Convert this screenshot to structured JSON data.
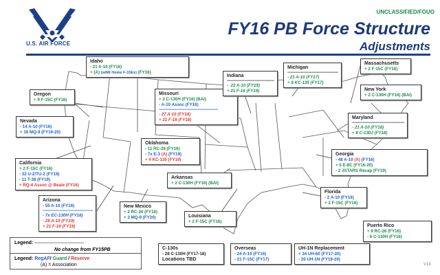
{
  "header": {
    "classification": "UNCLASSIFIED/FOUO",
    "title": "FY16 PB Force Structure",
    "subtitle": "Adjustments",
    "logo_text": "U.S. AIR FORCE"
  },
  "colors": {
    "regaf": "#1a5fd0",
    "guard": "#1a8a4a",
    "reserve": "#e8302a",
    "navy": "#1b3a78"
  },
  "boxes": [
    {
      "id": "idaho",
      "title": "Idaho",
      "lines": [
        [
          {
            "t": "- 21 A-10 (FY16)",
            "c": "g"
          }
        ],
        [
          {
            "t": "+ (A) ",
            "c": "g"
          },
          {
            "t": "(w/Mt Home F-15Es)",
            "c": "b",
            "small": true
          },
          {
            "t": " (FY16)",
            "c": "g"
          }
        ]
      ]
    },
    {
      "id": "oregon",
      "title": "Oregon",
      "lines": [
        [
          {
            "t": "+ 9 F-15C (FY16)",
            "c": "g"
          }
        ]
      ]
    },
    {
      "id": "nevada",
      "title": "Nevada",
      "lines": [
        [
          {
            "t": "- 14 A-10 (FY16)",
            "c": "b"
          }
        ],
        [
          {
            "t": "+ 16 MQ-9 (FY19-20)",
            "c": "b"
          }
        ]
      ]
    },
    {
      "id": "california",
      "title": "California",
      "lines": [
        [
          {
            "t": "+ 2 F-15C (FY16)",
            "c": "g"
          }
        ],
        [
          {
            "t": "- 32 U-2/TU-2 (FY19)",
            "c": "b"
          }
        ],
        [
          {
            "t": "- 11 T-38 (FY19)",
            "c": "b"
          }
        ],
        [
          {
            "t": "+ RQ-4 Assoc @ Beale (FY16)",
            "c": "r"
          }
        ]
      ]
    },
    {
      "id": "arizona",
      "title": "Arizona",
      "lines": [
        [
          {
            "t": "- 55 A-10 (FY16)",
            "c": "b"
          }
        ],
        "divider",
        [
          {
            "t": "- 7x EC-130H (FY16)",
            "c": "b",
            "i": true
          }
        ],
        [
          {
            "t": "- 28 A-10 (FY19)",
            "c": "r",
            "i": true
          }
        ],
        [
          {
            "t": "+ 21 F-16 (FY19)",
            "c": "r",
            "i": true
          }
        ]
      ]
    },
    {
      "id": "newmexico",
      "title": "New Mexico",
      "lines": [
        [
          {
            "t": "+ 2 RC-26 (FY16)",
            "c": "g"
          }
        ],
        [
          {
            "t": "+ 2 MQ-9 (FY20)",
            "c": "b"
          }
        ]
      ]
    },
    {
      "id": "missouri",
      "title": "Missouri",
      "lines": [
        [
          {
            "t": "+ 2 C-130H (FY16) (BAI)",
            "c": "g"
          }
        ],
        [
          {
            "t": "- A-10 Assoc (FY16)",
            "c": "b"
          }
        ],
        "divider",
        [
          {
            "t": "- 27 A-10 (FY18)",
            "c": "r",
            "i": true
          }
        ],
        [
          {
            "t": "+ 21 F-16 (FY18)",
            "c": "r",
            "i": true
          }
        ]
      ]
    },
    {
      "id": "oklahoma",
      "title": "Oklahoma",
      "lines": [
        [
          {
            "t": "- 11 RC-26 (FY16)",
            "c": "g"
          }
        ],
        [
          {
            "t": "- 7x E-3 ",
            "c": "b"
          },
          {
            "t": "(A)",
            "c": "r"
          },
          {
            "t": " (FY19)",
            "c": "b"
          }
        ],
        [
          {
            "t": "+ 4 KC-135 (FY19)",
            "c": "r"
          }
        ]
      ]
    },
    {
      "id": "arkansas",
      "title": "Arkansas",
      "lines": [
        [
          {
            "t": "+ 2 C-130H (FY16) (BAI)",
            "c": "g"
          }
        ]
      ]
    },
    {
      "id": "louisiana",
      "title": "Louisiana",
      "lines": [
        [
          {
            "t": "+ 2 F-15C (FY16)",
            "c": "g"
          }
        ]
      ]
    },
    {
      "id": "indiana",
      "title": "Indiana",
      "lines": [
        "divider-dark",
        [
          {
            "t": "-  22 A-10 (FY19)",
            "c": "g",
            "i": true
          }
        ],
        [
          {
            "t": "+ 21 F-16 (FY19)",
            "c": "g",
            "i": true
          }
        ]
      ]
    },
    {
      "id": "michigan",
      "title": "Michigan",
      "lines": [
        "divider-dark",
        [
          {
            "t": "- 21 A-10 (FY17)",
            "c": "g",
            "i": true
          }
        ],
        [
          {
            "t": "+ 8 KC-135 (FY17)",
            "c": "g",
            "i": true
          }
        ]
      ]
    },
    {
      "id": "massachusetts",
      "title": "Massachusetts",
      "lines": [
        [
          {
            "t": "+ 2 F-15C (FY16)",
            "c": "g"
          }
        ]
      ]
    },
    {
      "id": "newyork",
      "title": "New York",
      "lines": [
        [
          {
            "t": "+ 2 C-130H (FY16) (BAI)",
            "c": "g"
          }
        ]
      ]
    },
    {
      "id": "maryland",
      "title": "Maryland",
      "lines": [
        "divider-dark",
        [
          {
            "t": "- 21 A-10 (FY18)",
            "c": "g",
            "i": true
          }
        ],
        [
          {
            "t": "+ 8 C-130J (FY18)",
            "c": "g",
            "i": true
          }
        ]
      ]
    },
    {
      "id": "georgia",
      "title": "Georgia",
      "lines": [
        [
          {
            "t": "- 48 A-10 ",
            "c": "b"
          },
          {
            "t": "(A)",
            "c": "r"
          },
          {
            "t": " (FY16)",
            "c": "b"
          }
        ],
        [
          {
            "t": "+ 5 E-8C (FY16-20)",
            "c": "g"
          }
        ],
        [
          {
            "t": "- 2 JSTARS Recap (FY19)",
            "c": "g"
          }
        ]
      ]
    },
    {
      "id": "florida",
      "title": "Florida",
      "lines": [
        [
          {
            "t": "- 2 A-10 (FY16)",
            "c": "b"
          }
        ],
        [
          {
            "t": "+ 2 F-15C (FY16)",
            "c": "g"
          }
        ]
      ]
    },
    {
      "id": "puertorico",
      "title": "Puerto Rico",
      "lines": [
        [
          {
            "t": "+ 9 RC-26 (FY16)",
            "c": "g"
          }
        ],
        [
          {
            "t": "- 6 C-130H (FY16)",
            "c": "g"
          }
        ]
      ]
    },
    {
      "id": "c130s",
      "title": "C-130s",
      "lines": [
        [
          {
            "t": "- 28 C-130H (FY17-18)",
            "c": "k"
          }
        ],
        [
          {
            "t": "Locations TBD",
            "c": "k",
            "big": true
          }
        ]
      ]
    },
    {
      "id": "overseas",
      "title": "Overseas",
      "lines": [
        [
          {
            "t": "- 24 A-10 (FY16)",
            "c": "b"
          }
        ],
        [
          {
            "t": "- 21 F-15C (FY17)",
            "c": "b"
          }
        ]
      ]
    },
    {
      "id": "uh1n",
      "title": "UH-1N Replacement",
      "lines": [
        [
          {
            "t": "+ 34 UH-60 (FY17-20)",
            "c": "b"
          }
        ],
        [
          {
            "t": "- 20 UH-1N (FY19-20)",
            "c": "b"
          }
        ]
      ]
    }
  ],
  "legend": {
    "label": "Legend:",
    "divider": "------------------------------------",
    "no_change": "No change from FY15PB",
    "regaf": "RegAF",
    "sep1": "/ ",
    "guard": "Guard",
    "sep2": " / ",
    "reserve": "Reserve",
    "association": "(A) = Association"
  },
  "version": "V14"
}
